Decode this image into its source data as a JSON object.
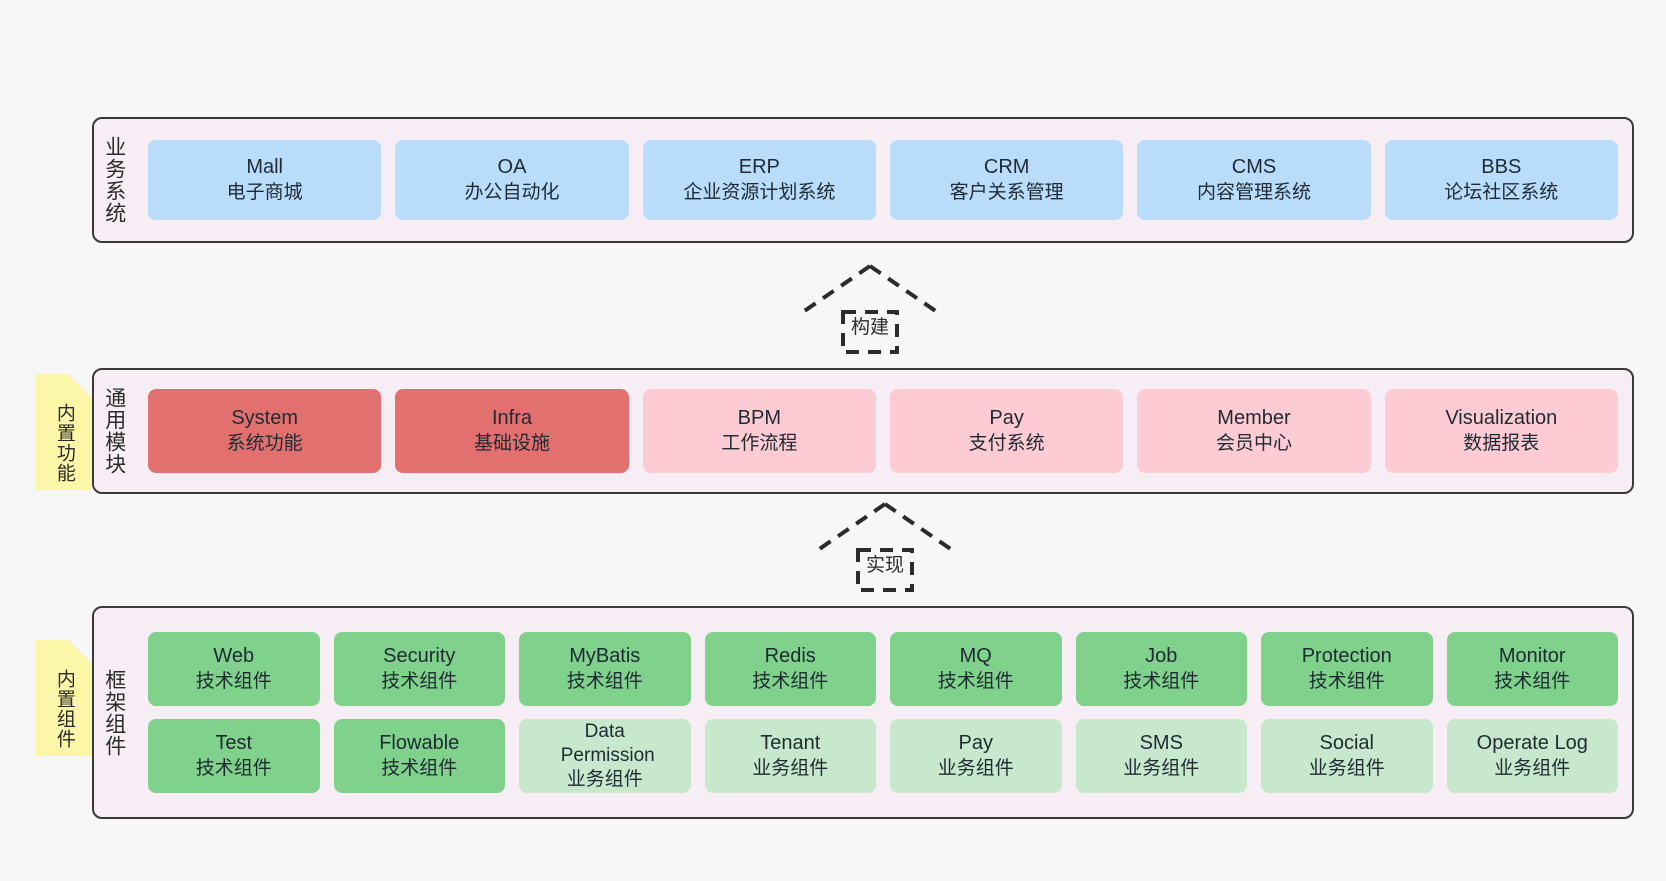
{
  "diagram": {
    "title_alt": "系统架构图",
    "background": "#f7f7f7",
    "layer_bg": "#f7eef5",
    "layer_border": "#3a3a3a",
    "sticky_bg": "#fbf6a8",
    "colors": {
      "blue": "#b9dcfa",
      "red": "#e2706e",
      "pink": "#fccbd3",
      "green": "#7fd18c",
      "light_green": "#c7e8cd"
    }
  },
  "stickies": [
    {
      "id": "builtin-function",
      "label": "内置功能"
    },
    {
      "id": "builtin-component",
      "label": "内置组件"
    }
  ],
  "connectors": [
    {
      "id": "build",
      "label": "构建",
      "style": "dashed-hollow-arrow-up"
    },
    {
      "id": "implement",
      "label": "实现",
      "style": "dashed-hollow-arrow-up"
    }
  ],
  "layers": [
    {
      "id": "business-systems",
      "title": "业务系统",
      "rows": [
        [
          {
            "en": "Mall",
            "cn": "电子商城",
            "color": "blue"
          },
          {
            "en": "OA",
            "cn": "办公自动化",
            "color": "blue"
          },
          {
            "en": "ERP",
            "cn": "企业资源计划系统",
            "color": "blue"
          },
          {
            "en": "CRM",
            "cn": "客户关系管理",
            "color": "blue"
          },
          {
            "en": "CMS",
            "cn": "内容管理系统",
            "color": "blue"
          },
          {
            "en": "BBS",
            "cn": "论坛社区系统",
            "color": "blue"
          }
        ]
      ]
    },
    {
      "id": "common-modules",
      "title": "通用模块",
      "rows": [
        [
          {
            "en": "System",
            "cn": "系统功能",
            "color": "red"
          },
          {
            "en": "Infra",
            "cn": "基础设施",
            "color": "red"
          },
          {
            "en": "BPM",
            "cn": "工作流程",
            "color": "pink"
          },
          {
            "en": "Pay",
            "cn": "支付系统",
            "color": "pink"
          },
          {
            "en": "Member",
            "cn": "会员中心",
            "color": "pink"
          },
          {
            "en": "Visualization",
            "cn": "数据报表",
            "color": "pink"
          }
        ]
      ]
    },
    {
      "id": "framework-components",
      "title": "框架组件",
      "rows": [
        [
          {
            "en": "Web",
            "cn": "技术组件",
            "color": "green"
          },
          {
            "en": "Security",
            "cn": "技术组件",
            "color": "green"
          },
          {
            "en": "MyBatis",
            "cn": "技术组件",
            "color": "green"
          },
          {
            "en": "Redis",
            "cn": "技术组件",
            "color": "green"
          },
          {
            "en": "MQ",
            "cn": "技术组件",
            "color": "green"
          },
          {
            "en": "Job",
            "cn": "技术组件",
            "color": "green"
          },
          {
            "en": "Protection",
            "cn": "技术组件",
            "color": "green"
          },
          {
            "en": "Monitor",
            "cn": "技术组件",
            "color": "green"
          }
        ],
        [
          {
            "en": "Test",
            "cn": "技术组件",
            "color": "green"
          },
          {
            "en": "Flowable",
            "cn": "技术组件",
            "color": "green"
          },
          {
            "en": "Data Permission",
            "cn": "业务组件",
            "color": "lgreen"
          },
          {
            "en": "Tenant",
            "cn": "业务组件",
            "color": "lgreen"
          },
          {
            "en": "Pay",
            "cn": "业务组件",
            "color": "lgreen"
          },
          {
            "en": "SMS",
            "cn": "业务组件",
            "color": "lgreen"
          },
          {
            "en": "Social",
            "cn": "业务组件",
            "color": "lgreen"
          },
          {
            "en": "Operate Log",
            "cn": "业务组件",
            "color": "lgreen"
          }
        ]
      ]
    }
  ]
}
